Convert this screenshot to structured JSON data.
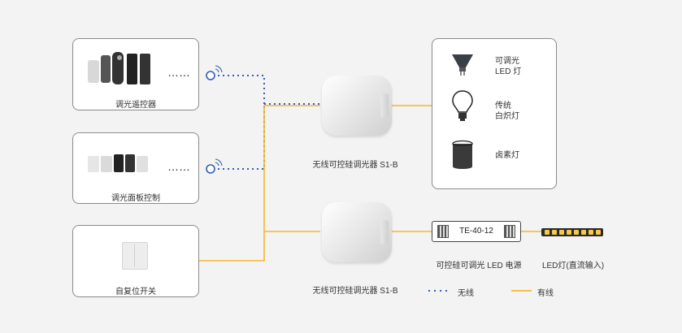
{
  "colors": {
    "wired": "#f5b731",
    "wireless": "#2e5fb8",
    "box_border": "#8a8a8a",
    "background": "#f3f3f3"
  },
  "inputs": {
    "remote_label": "调光遥控器",
    "panel_label": "调光面板控制",
    "switch_label": "自复位开关",
    "ellipsis": "……"
  },
  "dimmers": {
    "top_label": "无线可控硅调光器 S1-B",
    "bottom_label": "无线可控硅调光器 S1-B"
  },
  "lamps": {
    "mr16_line1": "可调光",
    "mr16_line2": "LED 灯",
    "incandescent_line1": "传统",
    "incandescent_line2": "白炽灯",
    "halogen": "卤素灯"
  },
  "driver": {
    "model": "TE-40-12",
    "label": "可控硅可调光 LED 电源"
  },
  "led_strip_label": "LED灯(直流输入)",
  "legend": {
    "wireless": "无线",
    "wired": "有线"
  },
  "icons": [
    "wireless-signal-icon",
    "mr16-lamp-icon",
    "bulb-icon",
    "halogen-lamp-icon"
  ]
}
